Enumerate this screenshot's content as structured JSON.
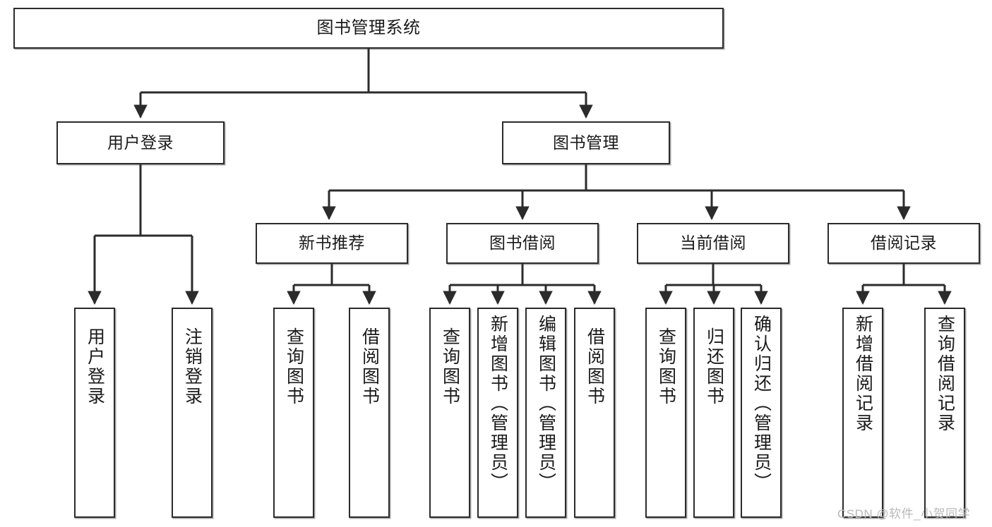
{
  "diagram": {
    "title": "图书管理系统",
    "type": "hierarchy-tree",
    "orientation": "top-down",
    "colors": {
      "box_border": "#2b2b2b",
      "box_fill": "#ffffff",
      "connector": "#2b2b2b",
      "text": "#1a1a1a",
      "watermark": "#b9b9b9"
    },
    "root": {
      "id": "root",
      "label": "图书管理系统"
    },
    "level2": [
      {
        "id": "user-login",
        "label": "用户登录"
      },
      {
        "id": "book-manage",
        "label": "图书管理"
      }
    ],
    "level3": [
      {
        "id": "new-book-rec",
        "label": "新书推荐",
        "parent": "book-manage"
      },
      {
        "id": "book-borrow",
        "label": "图书借阅",
        "parent": "book-manage"
      },
      {
        "id": "current-borrow",
        "label": "当前借阅",
        "parent": "book-manage"
      },
      {
        "id": "borrow-record",
        "label": "借阅记录",
        "parent": "book-manage"
      }
    ],
    "leaves": [
      {
        "id": "leaf-user-login",
        "label": "用户登录",
        "parent": "user-login"
      },
      {
        "id": "leaf-logout-login",
        "label": "注销登录",
        "parent": "user-login"
      },
      {
        "id": "leaf-query-book-1",
        "label": "查询图书",
        "parent": "new-book-rec"
      },
      {
        "id": "leaf-borrow-book-1",
        "label": "借阅图书",
        "parent": "new-book-rec"
      },
      {
        "id": "leaf-query-book-2",
        "label": "查询图书",
        "parent": "book-borrow"
      },
      {
        "id": "leaf-add-book",
        "label": "新增图书（管理员）",
        "parent": "book-borrow"
      },
      {
        "id": "leaf-edit-book",
        "label": "编辑图书（管理员）",
        "parent": "book-borrow"
      },
      {
        "id": "leaf-borrow-book-2",
        "label": "借阅图书",
        "parent": "book-borrow"
      },
      {
        "id": "leaf-query-book-3",
        "label": "查询图书",
        "parent": "current-borrow"
      },
      {
        "id": "leaf-return-book",
        "label": "归还图书",
        "parent": "current-borrow"
      },
      {
        "id": "leaf-confirm-return",
        "label": "确认归还（管理员）",
        "parent": "current-borrow"
      },
      {
        "id": "leaf-add-record",
        "label": "新增借阅记录",
        "parent": "borrow-record"
      },
      {
        "id": "leaf-query-record",
        "label": "查询借阅记录",
        "parent": "borrow-record"
      }
    ],
    "watermark": "CSDN @软件_小贺同学"
  }
}
